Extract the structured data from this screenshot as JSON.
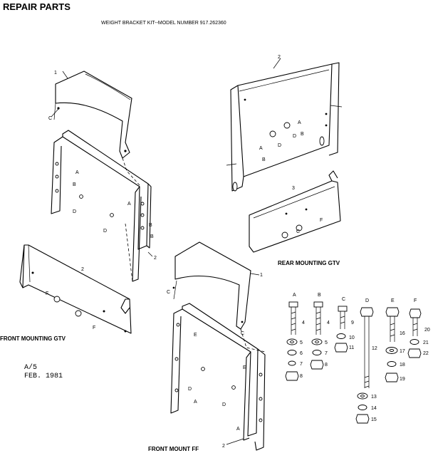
{
  "header": {
    "title": "REPAIR PARTS",
    "subtitle": "WEIGHT BRACKET KIT--MODEL NUMBER 917.262360"
  },
  "captions": {
    "front_mounting_gtv": "FRONT MOUNTING GTV",
    "rear_mounting_gtv": "REAR MOUNTING GTV",
    "front_mount_ff": "FRONT MOUNT FF"
  },
  "footer": {
    "code": "A/5",
    "date": "FEB. 1981"
  },
  "callouts": {
    "n1": "1",
    "n2": "2",
    "n3": "3",
    "A": "A",
    "B": "B",
    "C": "C",
    "D": "D",
    "E": "E",
    "F": "F"
  },
  "hardware": {
    "columns": [
      {
        "letter": "A",
        "bolt_no": "4"
      },
      {
        "letter": "B",
        "bolt_no": "4"
      },
      {
        "letter": "C",
        "bolt_no": "9"
      },
      {
        "letter": "D",
        "bolt_no": "12"
      },
      {
        "letter": "E",
        "bolt_no": "16"
      },
      {
        "letter": "F",
        "bolt_no": "20"
      }
    ],
    "parts": {
      "p5": "5",
      "p6": "6",
      "p7": "7",
      "p8": "8",
      "p10": "10",
      "p11": "11",
      "p13": "13",
      "p14": "14",
      "p15": "15",
      "p17": "17",
      "p18": "18",
      "p19": "19",
      "p21": "21",
      "p22": "22"
    }
  }
}
